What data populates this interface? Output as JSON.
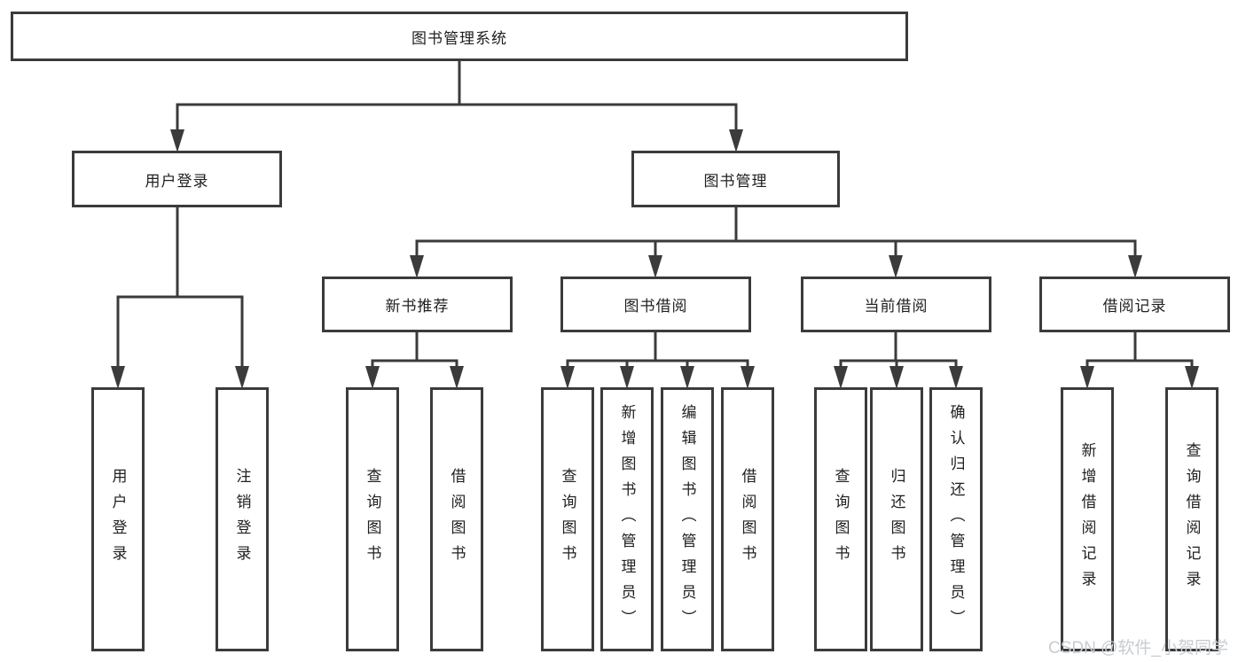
{
  "diagram": {
    "root": "图书管理系统",
    "groups": [
      {
        "parent": "用户登录",
        "leaves": [
          "用户登录",
          "注销登录"
        ]
      },
      {
        "parent": "图书管理",
        "sections": [
          {
            "parent": "新书推荐",
            "leaves": [
              "查询图书",
              "借阅图书"
            ]
          },
          {
            "parent": "图书借阅",
            "leaves": [
              "查询图书",
              "新增图书（管理员）",
              "编辑图书（管理员）",
              "借阅图书"
            ]
          },
          {
            "parent": "当前借阅",
            "leaves": [
              "查询图书",
              "归还图书",
              "确认归还（管理员）"
            ]
          },
          {
            "parent": "借阅记录",
            "leaves": [
              "新增借阅记录",
              "查询借阅记录"
            ]
          }
        ]
      }
    ]
  },
  "colors": {
    "line": "#3b3b3b",
    "text": "#1f1f1f",
    "watermark": "#c9ccd1",
    "background": "#ffffff"
  },
  "watermark": "CSDN @软件_小贺同学"
}
